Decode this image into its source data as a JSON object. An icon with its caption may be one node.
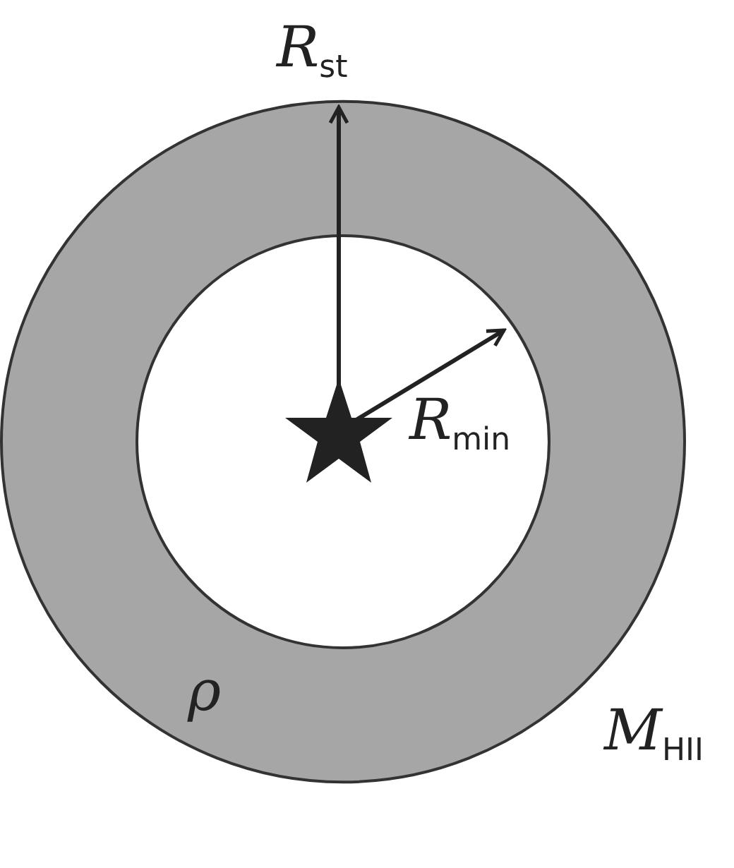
{
  "diagram": {
    "labels": [
      "*R*$_{st}$",
      "*R*$_{min}$",
      "*ρ*",
      "*M*$_{HII}$"
    ]
  }
}
